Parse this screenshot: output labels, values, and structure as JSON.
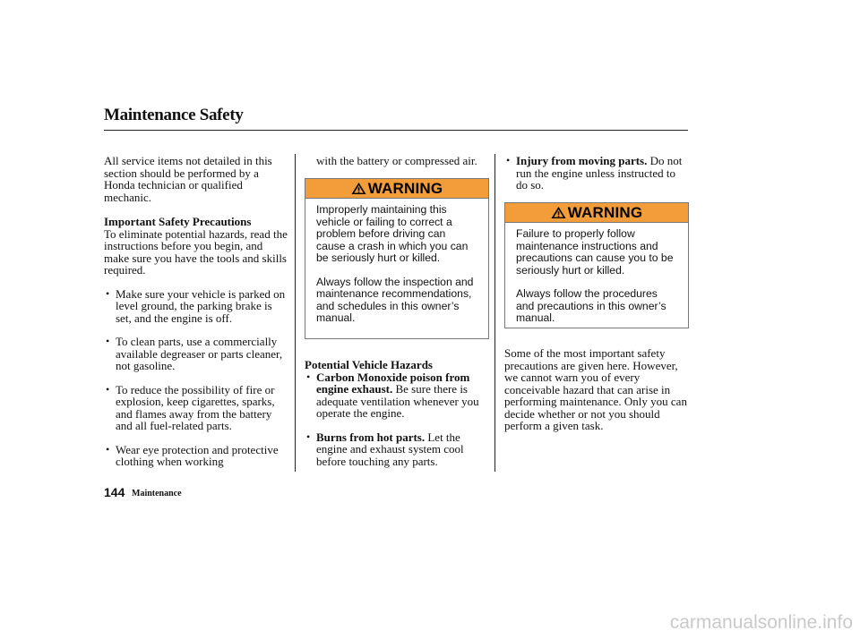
{
  "header": {
    "title": "Maintenance Safety"
  },
  "left_column": {
    "intro": "All service items not detailed in this section should be performed by a Honda technician or qualified mechanic.",
    "precautions_heading": "Important Safety Precautions",
    "precautions_text": "To eliminate potential hazards, read the instructions before you begin, and make sure you have the tools and skills required.",
    "bullets": [
      "Make sure your vehicle is parked on level ground, the parking brake is set, and the engine is off.",
      "To clean parts, use a commercially available degreaser or parts cleaner, not gasoline.",
      "To reduce the possibility of fire or explosion, keep cigarettes, sparks, and flames away from the battery and all fuel-related parts.",
      "Wear eye protection and protective clothing when working"
    ]
  },
  "middle_column": {
    "continuation": "with the battery or compressed air.",
    "warning": {
      "label": "WARNING",
      "paragraphs": [
        "Improperly maintaining this vehicle or failing to correct a problem before driving can cause a crash in which you can be seriously hurt or killed.",
        "Always follow the inspection and maintenance recommendations, and schedules in this owner’s manual."
      ]
    },
    "hazards_heading": "Potential Vehicle Hazards",
    "hazards": [
      {
        "title": "Carbon Monoxide poison from engine exhaust.",
        "text": "Be sure there is adequate ventilation whenever you operate the engine."
      },
      {
        "title": "Burns from hot parts.",
        "text": "Let the engine and exhaust system cool before touching any parts."
      }
    ]
  },
  "right_column": {
    "moving_parts": {
      "title": "Injury from moving parts.",
      "text": "Do not run the engine unless instructed to do so."
    },
    "warning": {
      "label": "WARNING",
      "paragraphs": [
        "Failure to properly follow maintenance instructions and precautions can cause you to be seriously hurt or killed.",
        "Always follow the procedures and precautions in this owner’s manual."
      ]
    },
    "closing": "Some of the most important safety precautions are given here. However, we cannot warn you of every conceivable hazard that can arise in performing maintenance. Only you can decide whether or not you should perform a given task."
  },
  "footer": {
    "page_number": "144",
    "section": "Maintenance"
  },
  "watermark": "carmanualsonline.info",
  "colors": {
    "warning_header": "#f39c3a",
    "text": "#111111"
  },
  "icons": {
    "warning": "warning-triangle-icon"
  }
}
